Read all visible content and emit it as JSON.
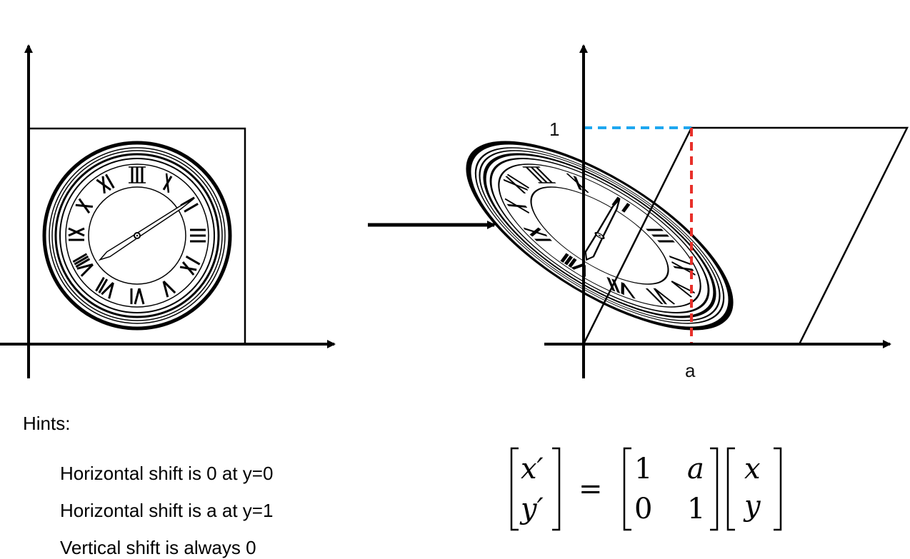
{
  "left_figure": {},
  "right_figure": {
    "y_tick_label": "1",
    "x_tick_label": "a",
    "colors": {
      "blue_dash": "#1ea7f0",
      "red_dash": "#e8302a"
    }
  },
  "hints": {
    "title": "Hints:",
    "items": [
      "Horizontal shift is 0 at y=0",
      "Horizontal shift is a at y=1",
      "Vertical shift is always 0"
    ]
  },
  "equation": {
    "lhs": [
      "x′",
      "y′"
    ],
    "equals": "=",
    "matrix": [
      [
        "1",
        "a"
      ],
      [
        "0",
        "1"
      ]
    ],
    "rhs": [
      "x",
      "y"
    ]
  }
}
